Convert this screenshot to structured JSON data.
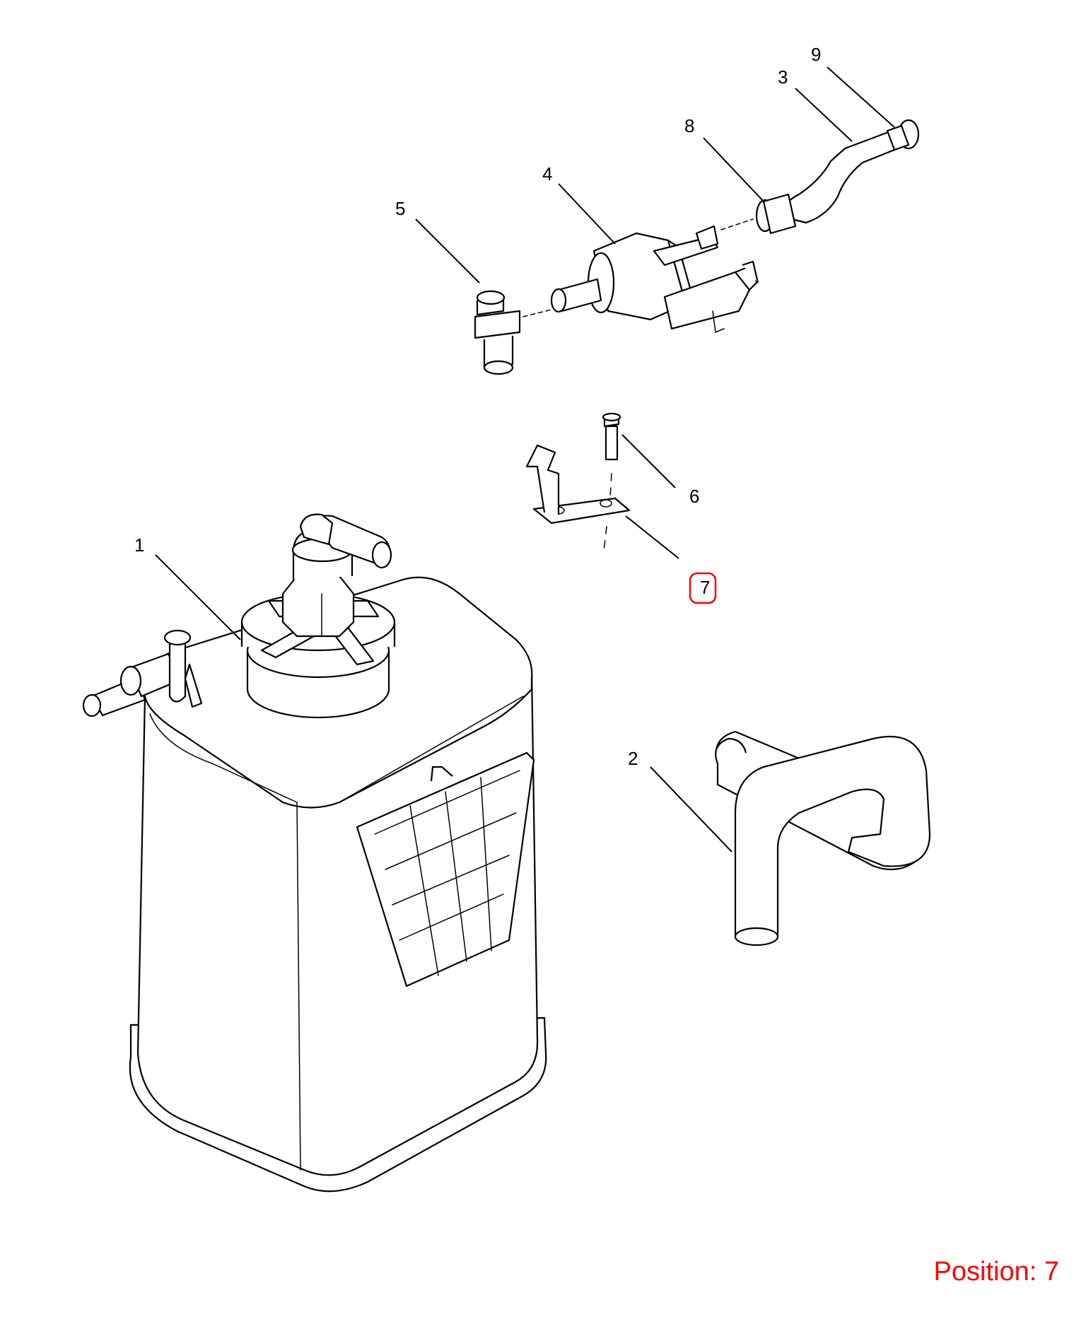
{
  "callouts": [
    {
      "id": "1",
      "label": "1"
    },
    {
      "id": "2",
      "label": "2"
    },
    {
      "id": "3",
      "label": "3"
    },
    {
      "id": "4",
      "label": "4"
    },
    {
      "id": "5",
      "label": "5"
    },
    {
      "id": "6",
      "label": "6"
    },
    {
      "id": "7",
      "label": "7"
    },
    {
      "id": "8",
      "label": "8"
    },
    {
      "id": "9",
      "label": "9"
    }
  ],
  "highlight": {
    "callout": "7",
    "color": "#ff0000"
  },
  "position": {
    "text": "Position: 7",
    "color": "#ff0000"
  }
}
